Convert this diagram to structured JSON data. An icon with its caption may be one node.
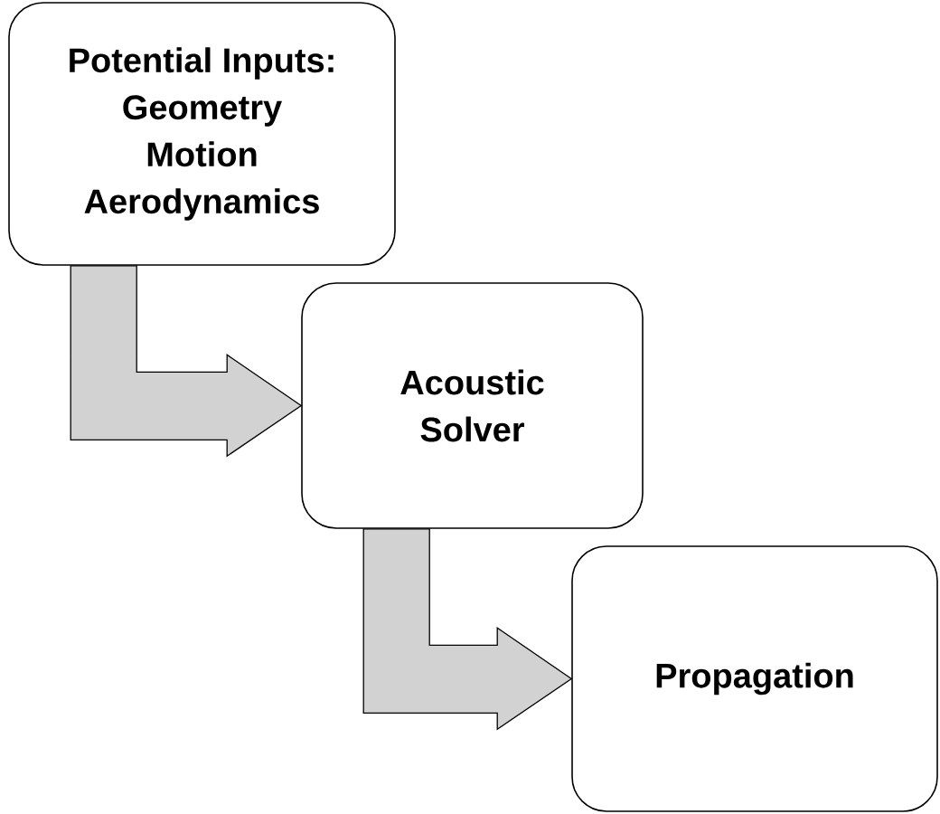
{
  "diagram": {
    "nodes": [
      {
        "text": [
          "Potential Inputs:",
          "Geometry",
          "Motion",
          "Aerodynamics"
        ]
      },
      {
        "text": [
          "Acoustic",
          "Solver"
        ]
      },
      {
        "text": [
          "Propagation"
        ]
      }
    ],
    "edges": [
      {
        "from": 0,
        "to": 1,
        "arrow": "to"
      },
      {
        "from": 1,
        "to": 2,
        "arrow": "to"
      }
    ]
  }
}
